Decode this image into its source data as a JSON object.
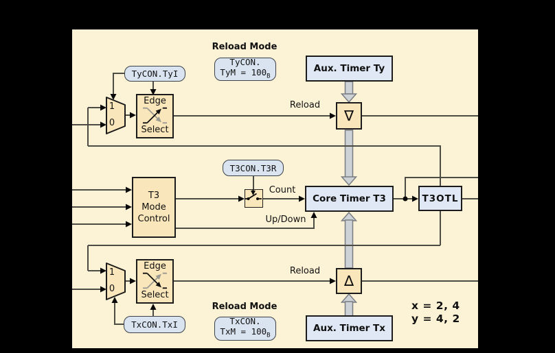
{
  "colors": {
    "background": "#000000",
    "panel": "#fcf2d5",
    "box_orange": "#f9e6ba",
    "box_blue": "#dfe8f4",
    "pill_blue": "#dae4f1",
    "bus_gray": "#cdd2d6",
    "bus_border": "#797d81",
    "wire": "#4c4c44",
    "border": "#1b1b1b"
  },
  "labels": {
    "reload_mode_top": "Reload Mode",
    "reload_mode_bottom": "Reload Mode",
    "reload_top": "Reload",
    "reload_bottom": "Reload",
    "count": "Count",
    "up_down": "Up/Down",
    "note_x": "x = 2, 4",
    "note_y": "y = 4, 2"
  },
  "boxes": {
    "aux_timer_ty": "Aux. Timer Ty",
    "aux_timer_tx": "Aux. Timer Tx",
    "core_timer_t3": "Core Timer T3",
    "t3otl": "T3OTL",
    "t3_mode_control": {
      "line1": "T3",
      "line2": "Mode",
      "line3": "Control"
    },
    "edge_select_top": {
      "line1": "Edge",
      "line2": "Select"
    },
    "edge_select_bottom": {
      "line1": "Edge",
      "line2": "Select"
    },
    "nabla_glyph": "∇",
    "delta_glyph": "∆",
    "mux_top": {
      "one": "1",
      "zero": "0"
    },
    "mux_bottom": {
      "one": "1",
      "zero": "0"
    }
  },
  "params": {
    "tycon_tyi": "TyCON.TyI",
    "tycon_tym": {
      "line1": "TyCON.",
      "line2": "TyM = 100",
      "sub": "B"
    },
    "t3con_t3r": "T3CON.T3R",
    "txcon_txi": "TxCON.TxI",
    "txcon_txm": {
      "line1": "TxCON.",
      "line2": "TxM = 100",
      "sub": "B"
    }
  }
}
